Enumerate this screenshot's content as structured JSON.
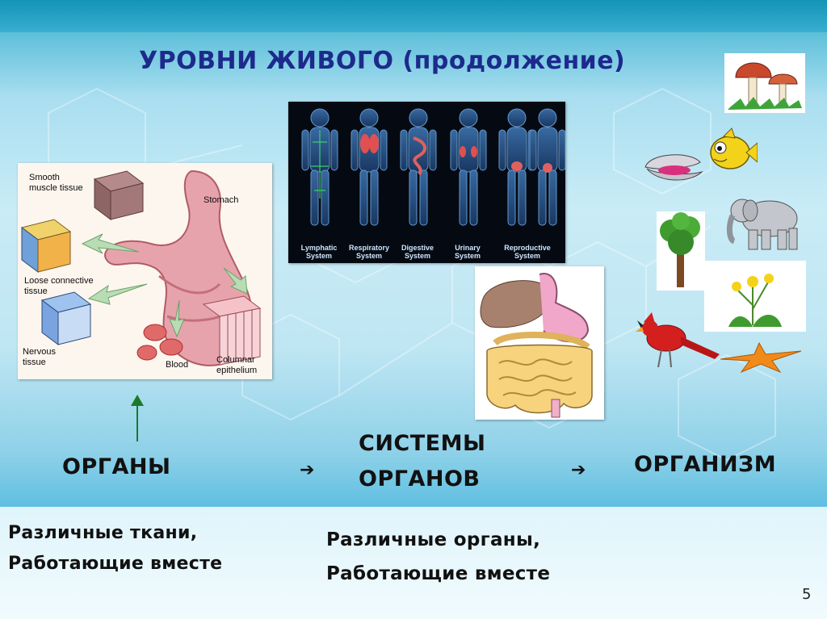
{
  "title": "УРОВНИ ЖИВОГО (продолжение)",
  "tissue_figure": {
    "labels": {
      "smooth_muscle": "Smooth\nmuscle tissue",
      "stomach": "Stomach",
      "loose_connective": "Loose connective\ntissue",
      "nervous": "Nervous\ntissue",
      "blood": "Blood",
      "columnar": "Columnar\nepithelium"
    }
  },
  "systems_figure": {
    "systems": [
      "Lymphatic\nSystem",
      "Respiratory\nSystem",
      "Digestive\nSystem",
      "Urinary\nSystem",
      "Reproductive\nSystem"
    ]
  },
  "levels": {
    "organs": "ОРГАНЫ",
    "organ_systems_line1": "СИСТЕМЫ",
    "organ_systems_line2": "ОРГАНОВ",
    "organism": "ОРГАНИЗМ",
    "arrow": "➔"
  },
  "captions": {
    "left_line1": "Различные ткани,",
    "left_line2": "Работающие вместе",
    "right_line1": "Различные органы,",
    "right_line2": "Работающие вместе"
  },
  "page_number": "5",
  "colors": {
    "title": "#1d2a8c",
    "up_arrow": "#1a7a2a",
    "band": "#5fbfe1"
  }
}
